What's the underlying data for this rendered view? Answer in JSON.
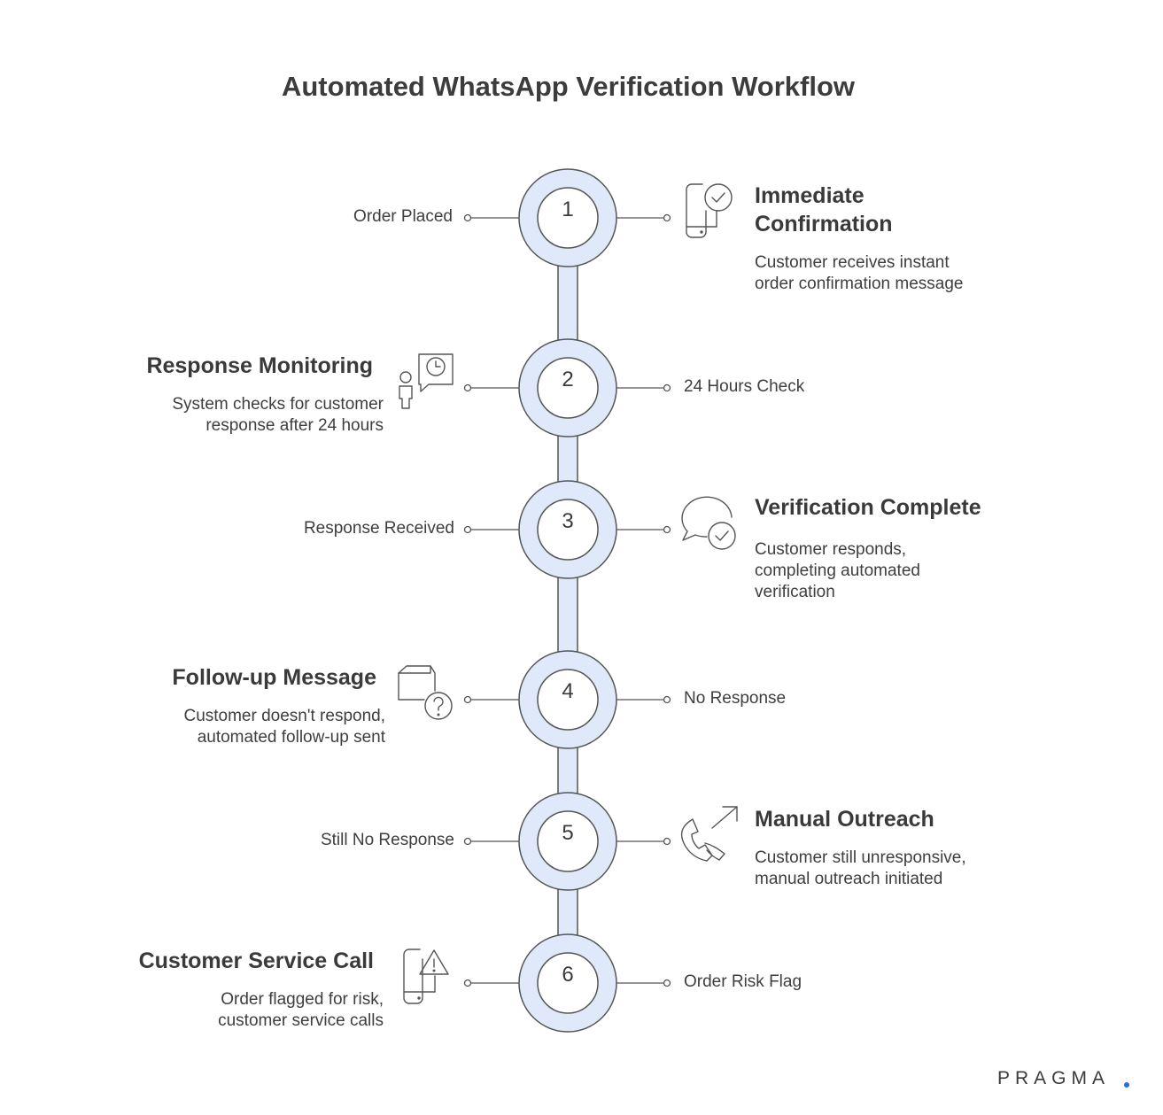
{
  "title": "Automated WhatsApp Verification Workflow",
  "colors": {
    "ring": "#dfe9fa",
    "stroke": "#555555",
    "accent": "#1e6ee8"
  },
  "steps": [
    {
      "number": "1",
      "left_label": "Order Placed",
      "right_title": "Immediate\nConfirmation",
      "right_desc": "Customer receives instant\norder confirmation message",
      "icon": "phone-check-icon"
    },
    {
      "number": "2",
      "left_title": "Response Monitoring",
      "left_desc": "System checks for customer\nresponse after 24 hours",
      "right_label": "24 Hours Check",
      "icon": "person-clock-icon"
    },
    {
      "number": "3",
      "left_label": "Response Received",
      "right_title": "Verification Complete",
      "right_desc": "Customer responds,\ncompleting automated\nverification",
      "icon": "chat-check-icon"
    },
    {
      "number": "4",
      "left_title": "Follow-up Message",
      "left_desc": "Customer doesn't respond,\nautomated follow-up sent",
      "right_label": "No Response",
      "icon": "box-question-icon"
    },
    {
      "number": "5",
      "left_label": "Still No Response",
      "right_title": "Manual Outreach",
      "right_desc": "Customer still unresponsive,\nmanual outreach initiated",
      "icon": "phone-outgoing-icon"
    },
    {
      "number": "6",
      "left_title": "Customer Service Call",
      "left_desc": "Order flagged for risk,\ncustomer service calls",
      "right_label": "Order Risk Flag",
      "icon": "phone-warning-icon"
    }
  ],
  "brand": "PRAGMA"
}
